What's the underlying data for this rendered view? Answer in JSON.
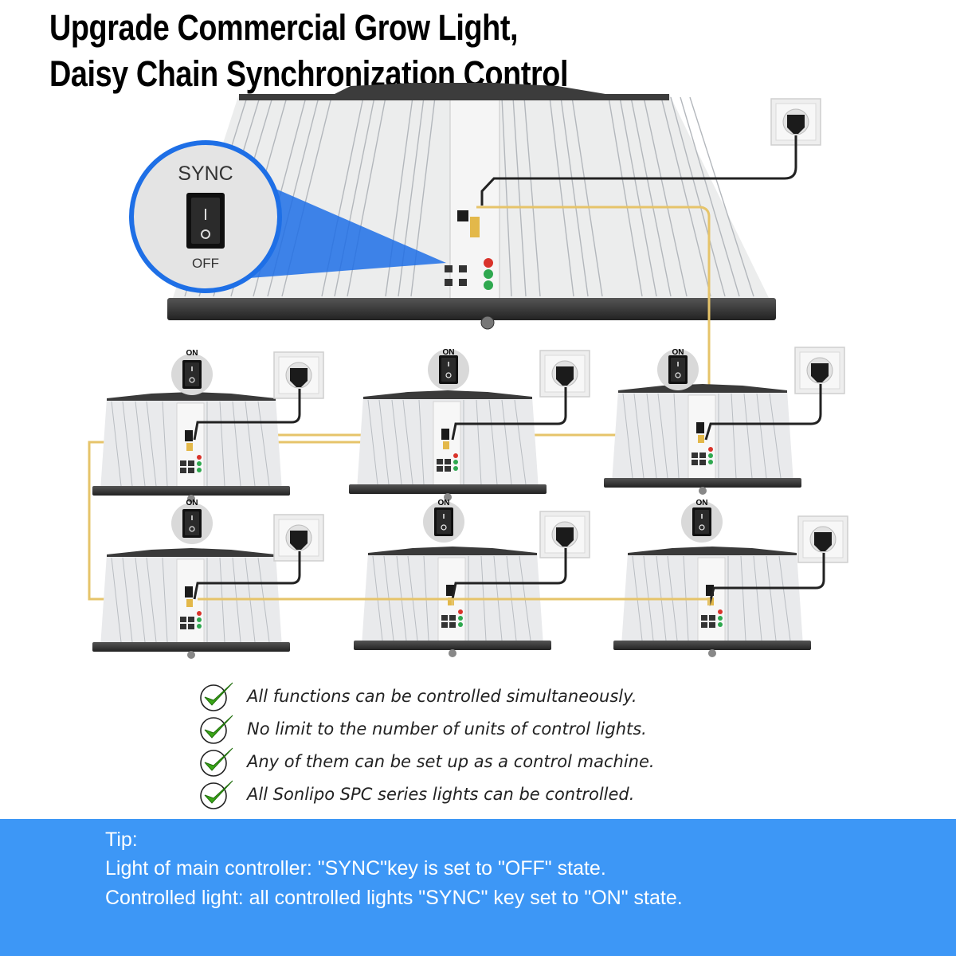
{
  "headline": {
    "line1": "Upgrade Commercial Grow Light,",
    "line2": "Daisy Chain Synchronization Control"
  },
  "sync_switch": {
    "top_label": "SYNC",
    "bottom_label": "OFF"
  },
  "controlled_lights": {
    "switch_label": "ON",
    "count": 6
  },
  "features": [
    {
      "text": "All functions can be controlled simultaneously.",
      "icon": "checkmark-icon"
    },
    {
      "text": "No limit to the number of units of control lights.",
      "icon": "checkmark-icon"
    },
    {
      "text": "Any of them can be set up as a control machine.",
      "icon": "checkmark-icon"
    },
    {
      "text": "All Sonlipo SPC series lights can be controlled.",
      "icon": "checkmark-icon"
    }
  ],
  "tip": {
    "title": "Tip:",
    "line1": "Light of main controller: \"SYNC\"key is set to \"OFF\" state.",
    "line2": "Controlled light: all controlled lights \"SYNC\" key set to \"ON\" state."
  },
  "colors": {
    "tip_background": "#3d97f6",
    "sync_cable": "#e6c46a",
    "check_green": "#3aa617",
    "zoom_ring": "#1e6fe6"
  }
}
